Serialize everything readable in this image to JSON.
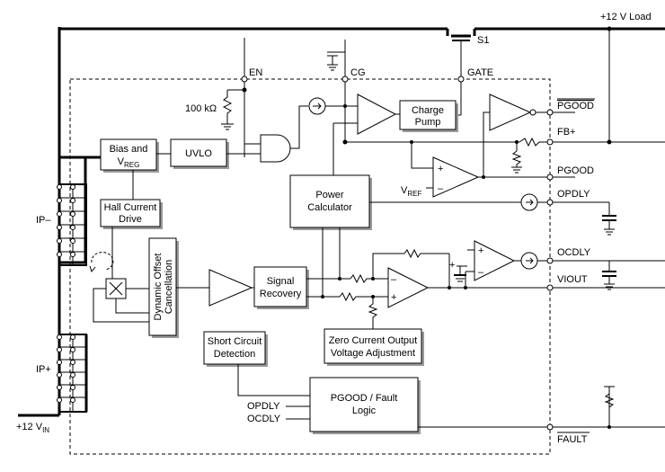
{
  "labels": {
    "load": "+12 V Load",
    "s1": "S1",
    "en": "EN",
    "cg": "CG",
    "gate": "GATE",
    "resistor": "100 kΩ",
    "pgood_bar": "PGOOD",
    "fb_plus": "FB+",
    "pgood": "PGOOD",
    "vref": "V",
    "vref_sub": "REF",
    "opdly": "OPDLY",
    "ocdly": "OCDLY",
    "viout": "VIOUT",
    "ip_minus": "IP–",
    "ip_plus": "IP+",
    "vin": "+12 V",
    "vin_sub": "IN",
    "fault_bar": "FAULT",
    "opdly_in": "OPDLY",
    "ocdly_in": "OCDLY"
  },
  "blocks": {
    "bias_1": "Bias and",
    "bias_2": "V",
    "bias_sub": "REG",
    "uvlo": "UVLO",
    "hall_1": "Hall Current",
    "hall_2": "Drive",
    "doc_1": "Dynamic Offset",
    "doc_2": "Cancellation",
    "sig_1": "Signal",
    "sig_2": "Recovery",
    "pow_1": "Power",
    "pow_2": "Calculator",
    "cp_1": "Charge",
    "cp_2": "Pump",
    "sc_1": "Short Circuit",
    "sc_2": "Detection",
    "zc_1": "Zero Current Output",
    "zc_2": "Voltage Adjustment",
    "pg_1": "PGOOD / Fault",
    "pg_2": "Logic"
  }
}
